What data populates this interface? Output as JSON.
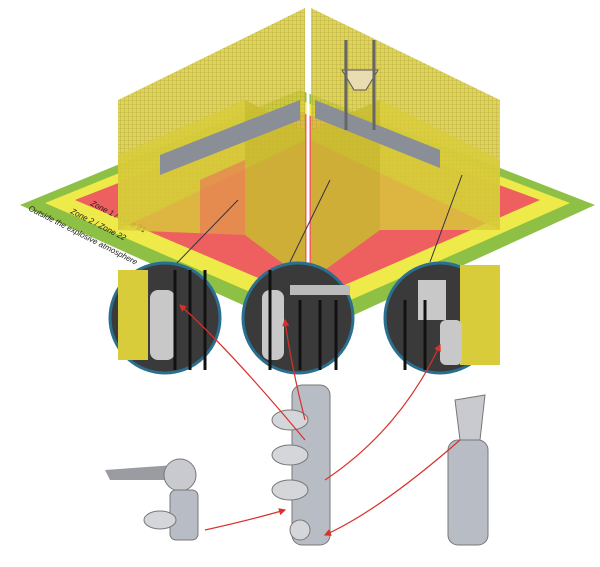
{
  "zones": {
    "zone1_label": "Zone 1 / Zone 21",
    "zone2_label": "Zone 2 / Zone 22",
    "outside_label": "Outside the explosive atmosphere"
  },
  "colors": {
    "zone1": "#ee5f5f",
    "zone2": "#eeea4a",
    "outside": "#8dc045",
    "fence": "#d8cc3a",
    "arrow": "#d9302a"
  }
}
